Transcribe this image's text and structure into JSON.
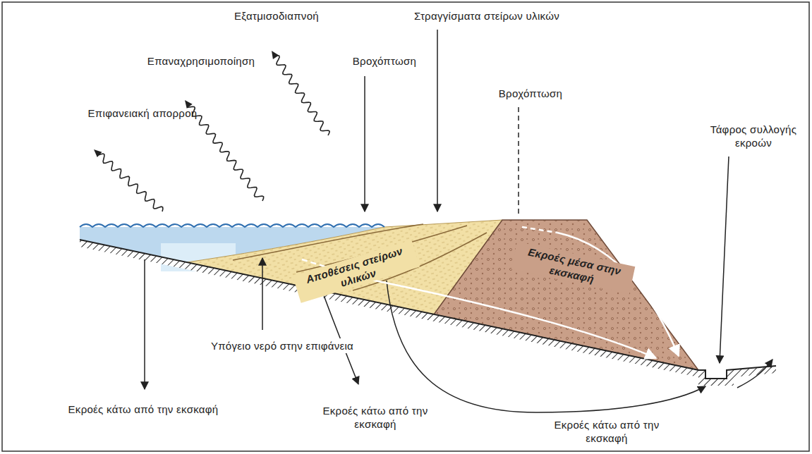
{
  "diagram": {
    "labels": [
      "Εξατμισοδιαπνοή",
      "Στραγγίσματα στείρων υλικών",
      "Επαναχρησιμοποίηση",
      "Βροχόπτωση",
      "Βροχόπτωση",
      "Επιφανειακή απορροή",
      "Αποθέσεις στείρων υλικών",
      "Εκροές μέσα στην εκσκαφή",
      "Τάφρος συλλογής εκροών",
      "Υπόγειο νερό στην επιφάνεια",
      "Εκροές κάτω από την εκσκαφή",
      "Εκροές κάτω από την εκσκαφή",
      "Εκροές κάτω από την εκσκαφή"
    ]
  }
}
